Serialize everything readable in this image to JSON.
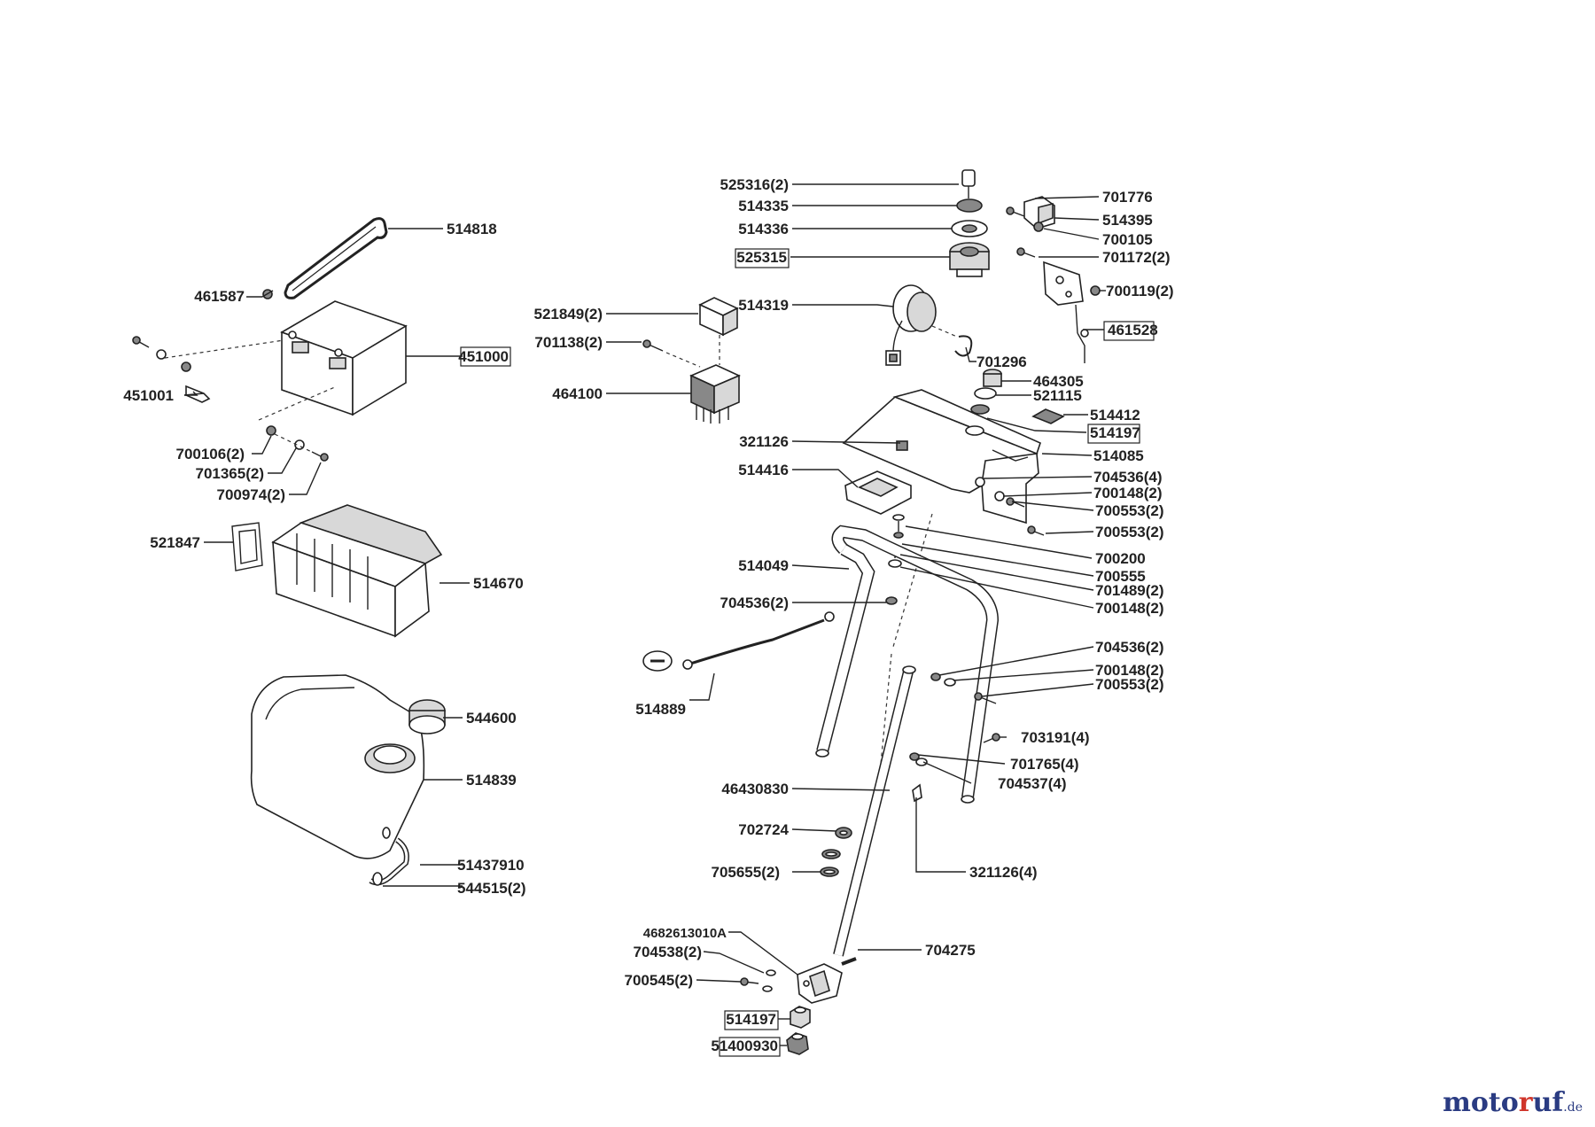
{
  "labels": [
    {
      "id": "514818",
      "text": "514818"
    },
    {
      "id": "461587",
      "text": "461587"
    },
    {
      "id": "451000",
      "text": "451000",
      "boxed": true
    },
    {
      "id": "451001",
      "text": "451001"
    },
    {
      "id": "700106_2",
      "text": "700106(2)"
    },
    {
      "id": "701365_2",
      "text": "701365(2)"
    },
    {
      "id": "700974_2",
      "text": "700974(2)"
    },
    {
      "id": "521847",
      "text": "521847"
    },
    {
      "id": "514670",
      "text": "514670"
    },
    {
      "id": "544600",
      "text": "544600"
    },
    {
      "id": "514839",
      "text": "514839"
    },
    {
      "id": "51437910",
      "text": "51437910"
    },
    {
      "id": "544515_2",
      "text": "544515(2)"
    },
    {
      "id": "525316_2",
      "text": "525316(2)"
    },
    {
      "id": "514335",
      "text": "514335"
    },
    {
      "id": "514336",
      "text": "514336"
    },
    {
      "id": "525315",
      "text": "525315",
      "boxed": true
    },
    {
      "id": "514319",
      "text": "514319"
    },
    {
      "id": "521849_2",
      "text": "521849(2)"
    },
    {
      "id": "701138_2",
      "text": "701138(2)"
    },
    {
      "id": "464100",
      "text": "464100"
    },
    {
      "id": "701296",
      "text": "701296"
    },
    {
      "id": "701776",
      "text": "701776"
    },
    {
      "id": "514395",
      "text": "514395"
    },
    {
      "id": "700105",
      "text": "700105"
    },
    {
      "id": "701172_2",
      "text": "701172(2)"
    },
    {
      "id": "700119_2",
      "text": "700119(2)"
    },
    {
      "id": "461528",
      "text": "461528",
      "boxed": true
    },
    {
      "id": "464305",
      "text": "464305"
    },
    {
      "id": "521115",
      "text": "521115"
    },
    {
      "id": "514412",
      "text": "514412"
    },
    {
      "id": "514197_top",
      "text": "514197",
      "boxed": true
    },
    {
      "id": "514085",
      "text": "514085"
    },
    {
      "id": "321126",
      "text": "321126"
    },
    {
      "id": "514416",
      "text": "514416"
    },
    {
      "id": "704536_4",
      "text": "704536(4)"
    },
    {
      "id": "700148_2a",
      "text": "700148(2)"
    },
    {
      "id": "700553_2a",
      "text": "700553(2)"
    },
    {
      "id": "700553_2b",
      "text": "700553(2)"
    },
    {
      "id": "700200",
      "text": "700200"
    },
    {
      "id": "514049",
      "text": "514049"
    },
    {
      "id": "700555",
      "text": "700555"
    },
    {
      "id": "701489_2",
      "text": "701489(2)"
    },
    {
      "id": "704536_2a",
      "text": "704536(2)"
    },
    {
      "id": "700148_2b",
      "text": "700148(2)"
    },
    {
      "id": "704536_2b",
      "text": "704536(2)"
    },
    {
      "id": "700148_2c",
      "text": "700148(2)"
    },
    {
      "id": "700553_2c",
      "text": "700553(2)"
    },
    {
      "id": "514889",
      "text": "514889"
    },
    {
      "id": "703191_4",
      "text": "703191(4)"
    },
    {
      "id": "701765_4",
      "text": "701765(4)"
    },
    {
      "id": "704537_4",
      "text": "704537(4)"
    },
    {
      "id": "46430830",
      "text": "46430830"
    },
    {
      "id": "702724",
      "text": "702724"
    },
    {
      "id": "705655_2",
      "text": "705655(2)"
    },
    {
      "id": "321126_4",
      "text": "321126(4)"
    },
    {
      "id": "4682613010A",
      "text": "4682613010A"
    },
    {
      "id": "704538_2",
      "text": "704538(2)"
    },
    {
      "id": "704275",
      "text": "704275"
    },
    {
      "id": "700545_2",
      "text": "700545(2)"
    },
    {
      "id": "514197_bottom",
      "text": "514197",
      "boxed": true
    },
    {
      "id": "51400930",
      "text": "51400930",
      "boxed": true
    }
  ],
  "watermark": {
    "pre": "moto",
    "r": "r",
    "post": "uf",
    "tld": ".de"
  }
}
